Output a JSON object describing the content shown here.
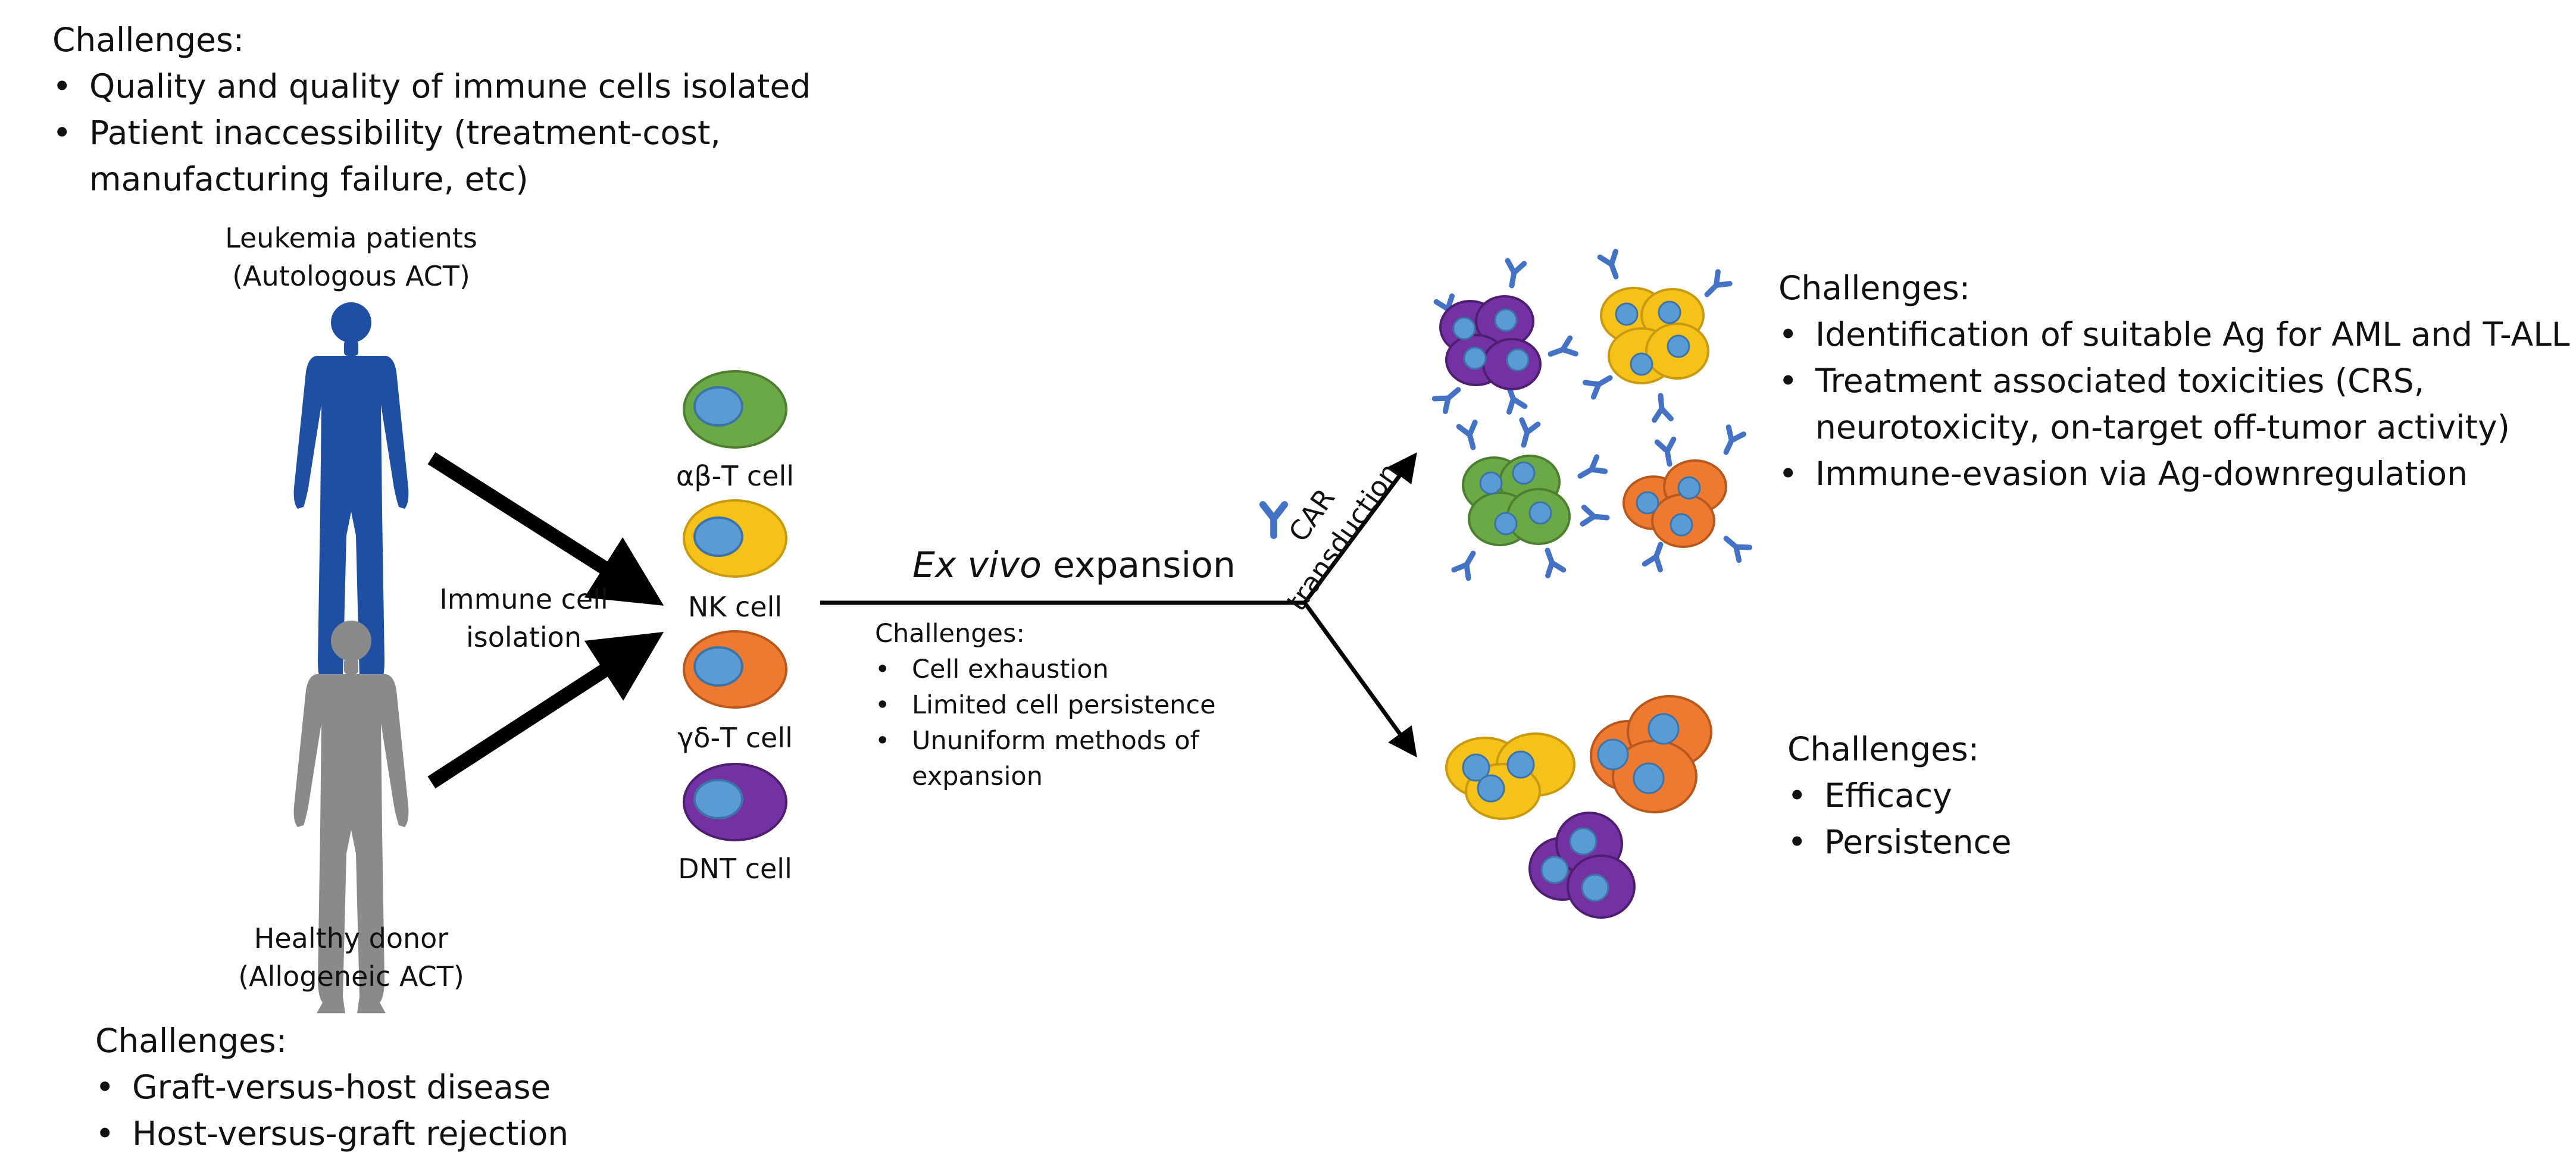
{
  "colors": {
    "patient_blue": "#1f4fa3",
    "donor_gray": "#8a8a8a",
    "ab_t_green": "#6aa946",
    "nk_yellow": "#f6c21a",
    "gd_t_orange": "#ee7a32",
    "dnt_purple": "#7431a3",
    "nucleus_blue": "#5b9bd5",
    "car_blue": "#4472c4"
  },
  "top_left": {
    "heading": "Challenges:",
    "items": [
      "Quality and quality of immune cells isolated",
      "Patient inaccessibility (treatment-cost,",
      "manufacturing failure, etc)"
    ]
  },
  "patient": {
    "line1": "Leukemia patients",
    "line2": "(Autologous ACT)"
  },
  "donor": {
    "line1": "Healthy donor",
    "line2": "(Allogeneic ACT)"
  },
  "isolation": {
    "line1": "Immune cell",
    "line2": "isolation"
  },
  "cells": [
    "αβ-T cell",
    "NK cell",
    "γδ-T cell",
    "DNT cell"
  ],
  "expansion": {
    "label_italic": "Ex vivo",
    "label_rest": " expansion",
    "heading": "Challenges:",
    "items": [
      "Cell exhaustion",
      "Limited cell persistence",
      "Ununiform methods of",
      "expansion"
    ]
  },
  "car": {
    "line1": "CAR",
    "line2": "transduction"
  },
  "top_right": {
    "heading": "Challenges:",
    "items": [
      "Identification of suitable Ag for AML and T-ALL",
      "Treatment associated toxicities (CRS,",
      "neurotoxicity, on-target off-tumor activity)",
      "Immune-evasion via Ag-downregulation"
    ]
  },
  "bottom_right": {
    "heading": "Challenges:",
    "items": [
      "Efficacy",
      "Persistence"
    ]
  },
  "bottom_left": {
    "heading": "Challenges:",
    "items": [
      "Graft-versus-host disease",
      "Host-versus-graft rejection"
    ]
  }
}
